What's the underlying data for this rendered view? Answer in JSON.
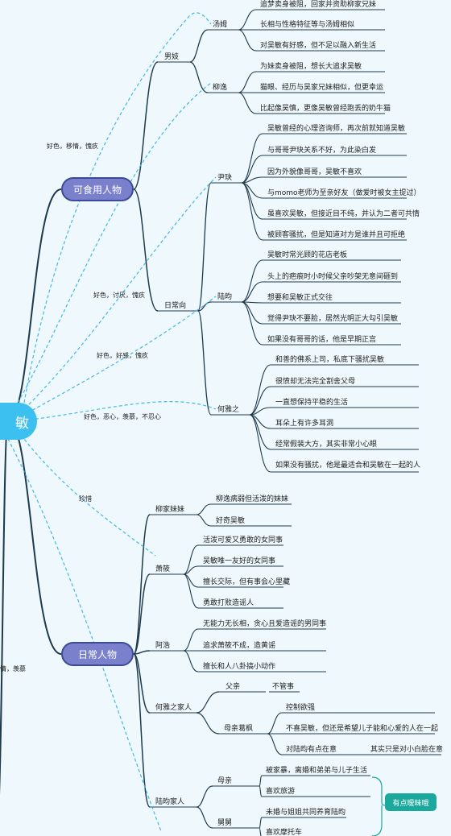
{
  "root": {
    "label": "敏"
  },
  "branches": [
    {
      "label": "可食用人物",
      "children": [
        {
          "label": "男妓",
          "children": [
            {
              "label": "汤姆",
              "notes": [
                "追梦卖身被阻，回家并资助柳家兄妹",
                "长相与性格特征等与汤姆相似",
                "对吴敏有好感，但不足以融入新生活"
              ]
            },
            {
              "label": "柳逸",
              "notes": [
                "为妹卖身被阻，想长大追求吴敏",
                "猫眼、经历与吴家兄妹相似，但更幸运",
                "比起像吴慎，更像吴敏曾经跑丢的奶牛猫"
              ]
            }
          ]
        },
        {
          "label": "日常向",
          "children": [
            {
              "label": "尹玦",
              "notes": [
                "吴敏曾经的心理咨询师，再次前就知道吴敏",
                "与哥哥尹玦关系不好，为此染白发",
                "因为外貌像哥哥，吴敏不喜欢",
                "与momo老师为至亲好友（做爱时被女主提过）",
                "虽喜欢吴敏，但接近目不纯，并认为二者可共情",
                "被顾客骚扰，但是知道对方是谁并且可拒绝"
              ]
            },
            {
              "label": "陆昀",
              "notes": [
                "吴敏时常光顾的花店老板",
                "头上的疤痕时小时候父亲吵架无意间砸到",
                "想要和吴敏正式交往",
                "觉得尹玦不要脸，居然光明正大勾引吴敏",
                "如果没有哥哥的话，他是早期正宫"
              ]
            },
            {
              "label": "何雅之",
              "notes": [
                "和善的佛系上司，私底下骚扰吴敏",
                "很愤却无法完全割舍父母",
                "一直想保持平稳的生活",
                "耳朵上有许多耳洞",
                "经常假装大方，其实非常小心眼",
                "如果没有骚扰，他是最适合和吴敏在一起的人"
              ]
            }
          ]
        }
      ]
    },
    {
      "label": "日常人物",
      "children": [
        {
          "label": "柳家妹妹",
          "notes": [
            "柳逸病弱但活泼的妹妹",
            "好奇吴敏"
          ]
        },
        {
          "label": "萧筱",
          "notes": [
            "活泼可爱又勇敢的女同事",
            "吴敏唯一友好的女同事",
            "擅长交际，但有事会心里藏",
            "勇敢打败造谣人"
          ]
        },
        {
          "label": "阿浩",
          "notes": [
            "无能力无长相，贪心且爱造谣的男同事",
            "追求萧筱不成，造黄谣",
            "擅长和人八卦搞小动作"
          ]
        },
        {
          "label": "何雅之家人",
          "children": [
            {
              "label": "父亲",
              "notes": [
                "不管事"
              ]
            },
            {
              "label": "母亲葛枫",
              "notes": [
                "控制欲强",
                "不喜吴敏，但还是希望儿子能和心爱的人在一起",
                "对陆昀有点在意"
              ],
              "extra": "其实只是对小白脸在意"
            }
          ]
        },
        {
          "label": "陆昀家人",
          "children": [
            {
              "label": "母亲",
              "notes": [
                "被家暴，离婚和弟弟与儿子生活",
                "喜欢旅游"
              ]
            },
            {
              "label": "舅舅",
              "notes": [
                "未婚与姐姐共同养育陆昀",
                "喜欢摩托车"
              ]
            }
          ],
          "summary": "有点暧昧哦"
        }
      ]
    }
  ],
  "relations": [
    "好色，移情，愧疚",
    "好色，讨厌，愧疚",
    "好色，好感，愧疚",
    "好色，恶心，羡慕，不忍心",
    "珍惜",
    "情，羡慕"
  ]
}
